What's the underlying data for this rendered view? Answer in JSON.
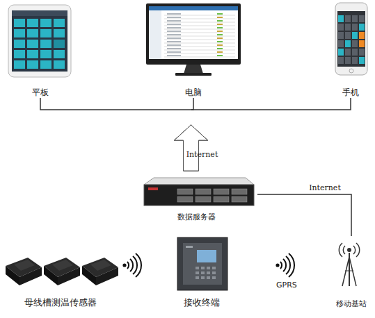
{
  "diagram": {
    "nodes": [
      {
        "text": [
          "平板"
        ]
      },
      {
        "text": [
          "电脑"
        ]
      },
      {
        "text": [
          "手机"
        ]
      },
      {
        "text": [
          "数据服务器"
        ]
      },
      {
        "text": [
          "母线槽测温传感器"
        ]
      },
      {
        "text": [
          "接收终端"
        ]
      },
      {
        "text": [
          "移动基站"
        ]
      }
    ],
    "edges": [
      {
        "from": 3,
        "to": 0,
        "arrow": "to"
      },
      {
        "from": 3,
        "to": 1,
        "arrow": "to",
        "label": "Internet"
      },
      {
        "from": 3,
        "to": 2,
        "arrow": "to"
      },
      {
        "from": 3,
        "to": 6,
        "arrow": "none",
        "label": "Internet"
      }
    ],
    "labels": [
      "GPRS"
    ]
  }
}
